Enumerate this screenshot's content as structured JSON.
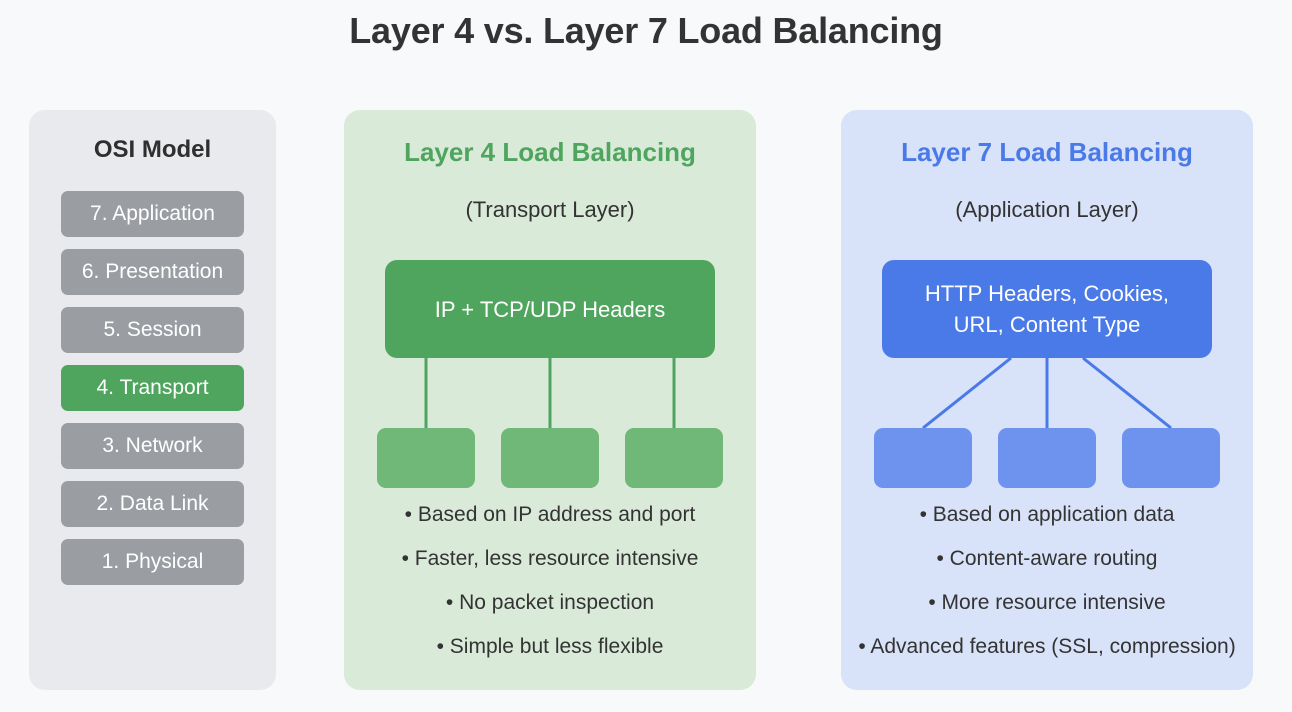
{
  "page": {
    "title": "Layer 4 vs. Layer 7 Load Balancing",
    "background_color": "#f8f9fa"
  },
  "osi": {
    "title": "OSI Model",
    "panel_color": "#e8eaed",
    "chip_color": "#9a9ea3",
    "highlight_color": "#4fa55e",
    "layers": [
      {
        "label": "7. Application",
        "highlighted": false
      },
      {
        "label": "6. Presentation",
        "highlighted": false
      },
      {
        "label": "5. Session",
        "highlighted": false
      },
      {
        "label": "4. Transport",
        "highlighted": true
      },
      {
        "label": "3. Network",
        "highlighted": false
      },
      {
        "label": "2. Data Link",
        "highlighted": false
      },
      {
        "label": "1. Physical",
        "highlighted": false
      }
    ]
  },
  "layer4": {
    "heading": "Layer 4 Load Balancing",
    "subheading": "(Transport Layer)",
    "main_box_label": "IP + TCP/UDP Headers",
    "accent_color": "#4fa55e",
    "panel_color": "#d9ead9",
    "node_color": "#6fb877",
    "connector_style": "straight",
    "node_count": 3,
    "bullets": [
      "• Based on IP address and port",
      "• Faster, less resource intensive",
      "• No packet inspection",
      "• Simple but less flexible"
    ]
  },
  "layer7": {
    "heading": "Layer 7 Load Balancing",
    "subheading": "(Application Layer)",
    "main_box_line1": "HTTP Headers, Cookies,",
    "main_box_line2": "URL, Content Type",
    "accent_color": "#4a79e8",
    "panel_color": "#d8e2f8",
    "node_color": "#6d93ee",
    "connector_style": "fan",
    "node_count": 3,
    "bullets": [
      "• Based on application data",
      "• Content-aware routing",
      "• More resource intensive",
      "• Advanced features (SSL, compression)"
    ]
  }
}
